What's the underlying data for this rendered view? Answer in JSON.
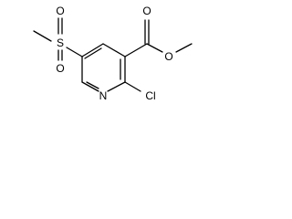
{
  "molecule": {
    "colors": {
      "line": "#000000",
      "background": "#ffffff"
    },
    "atom_labels": {
      "sulfur": "S",
      "sulfonyl_oxygen_top": "O",
      "sulfonyl_oxygen_bottom": "O",
      "carbonyl_oxygen": "O",
      "ester_oxygen": "O",
      "ring_nitrogen": "N",
      "chlorine": "Cl"
    }
  }
}
